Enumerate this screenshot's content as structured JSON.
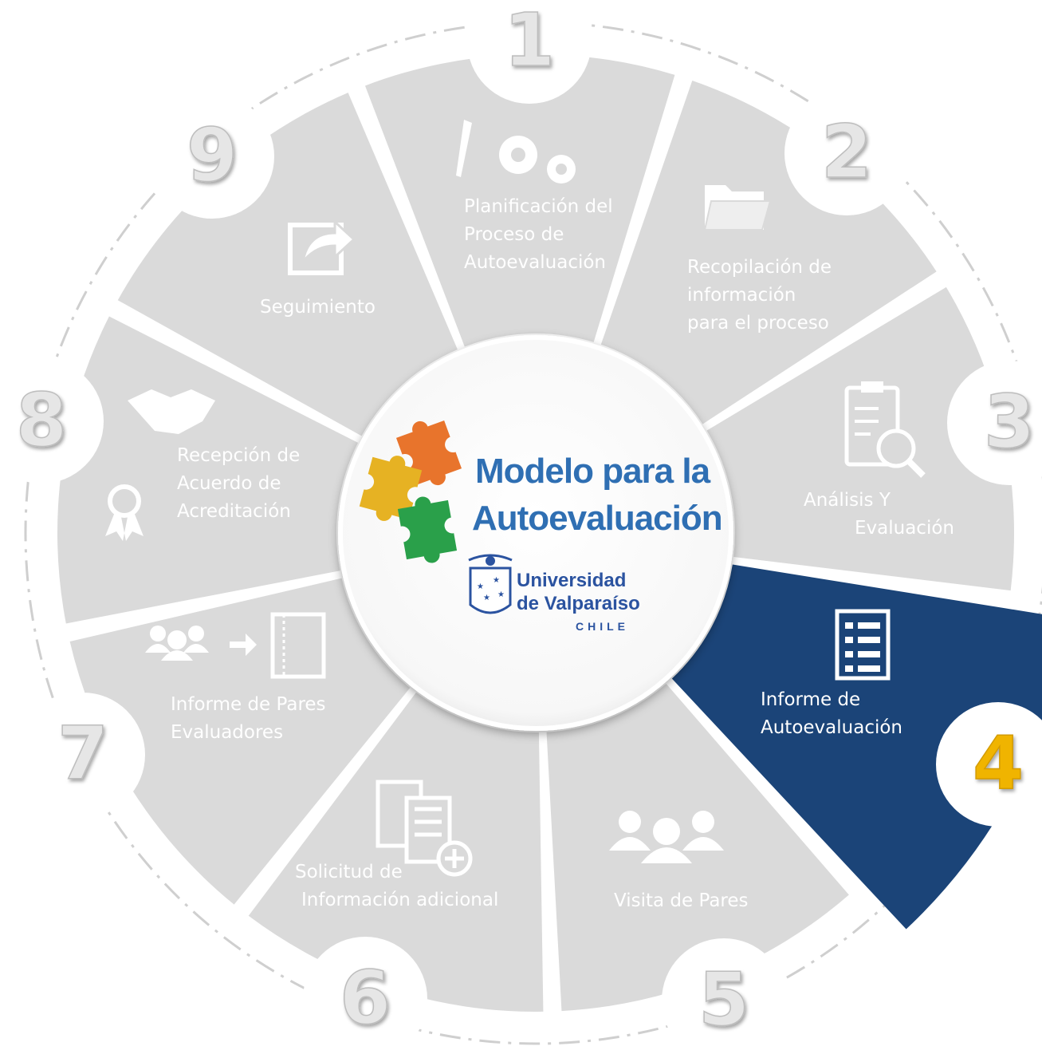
{
  "title": {
    "line1": "Modelo para la",
    "line2": "Autoevaluación"
  },
  "university": {
    "line1": "Universidad",
    "line2": "de Valparaíso",
    "line3": "CHILE"
  },
  "steps": [
    {
      "number": "1",
      "lines": [
        "Planificación del",
        "Proceso de",
        "Autoevaluación"
      ],
      "icon": "pencil-gears-icon",
      "active": false
    },
    {
      "number": "2",
      "lines": [
        "Recopilación de",
        "información",
        "para el proceso"
      ],
      "icon": "folder-icon",
      "active": false
    },
    {
      "number": "3",
      "lines": [
        "Análisis Y",
        "Evaluación"
      ],
      "icon": "clipboard-search-icon",
      "active": false
    },
    {
      "number": "4",
      "lines": [
        "Informe de",
        "Autoevaluación"
      ],
      "icon": "list-document-icon",
      "active": true
    },
    {
      "number": "5",
      "lines": [
        "Visita de Pares"
      ],
      "icon": "people-group-icon",
      "active": false
    },
    {
      "number": "6",
      "lines": [
        "Solicitud de",
        "Información adicional"
      ],
      "icon": "documents-add-icon",
      "active": false
    },
    {
      "number": "7",
      "lines": [
        "Informe de Pares",
        "Evaluadores"
      ],
      "icon": "people-arrow-document-icon",
      "active": false
    },
    {
      "number": "8",
      "lines": [
        "Recepción de",
        "Acuerdo de",
        "Acreditación"
      ],
      "icon": "handshake-award-icon",
      "active": false
    },
    {
      "number": "9",
      "lines": [
        "Seguimiento"
      ],
      "icon": "share-arrow-icon",
      "active": false
    }
  ],
  "colors": {
    "segment": "#dadada",
    "active_segment": "#1b4478",
    "active_number": "#f0b400",
    "title": "#2f6fb3",
    "university": "#2b53a0"
  }
}
